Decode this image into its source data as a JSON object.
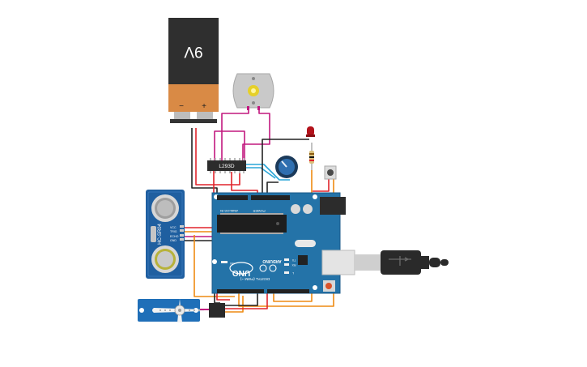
{
  "battery": {
    "label": "9V",
    "minus": "−",
    "plus": "+"
  },
  "driver_ic": {
    "label": "L293D"
  },
  "sensor": {
    "label": "HC-SR04",
    "pins": [
      "VCC",
      "TRIG",
      "ECHO",
      "GND"
    ]
  },
  "arduino": {
    "model": "UNO",
    "brand": "ARDUINO",
    "analog_label": "ANALOG IN",
    "power_label": "POWER",
    "digital_label": "DIGITAL (PWM ~)",
    "tx_label": "TX",
    "rx_label": "RX",
    "l_label": "L",
    "on_label": "ON"
  },
  "colors": {
    "red_wire": "#e0242b",
    "magenta_wire": "#c2187f",
    "orange_wire": "#ee8a12",
    "black_wire": "#222222",
    "blue_wire": "#2aa6d8",
    "board_blue": "#1f6fa3"
  },
  "icons": [
    "battery-icon",
    "dc-motor-icon",
    "led-icon",
    "resistor-icon",
    "potentiometer-icon",
    "pushbutton-icon",
    "servo-icon",
    "usb-plug-icon"
  ]
}
